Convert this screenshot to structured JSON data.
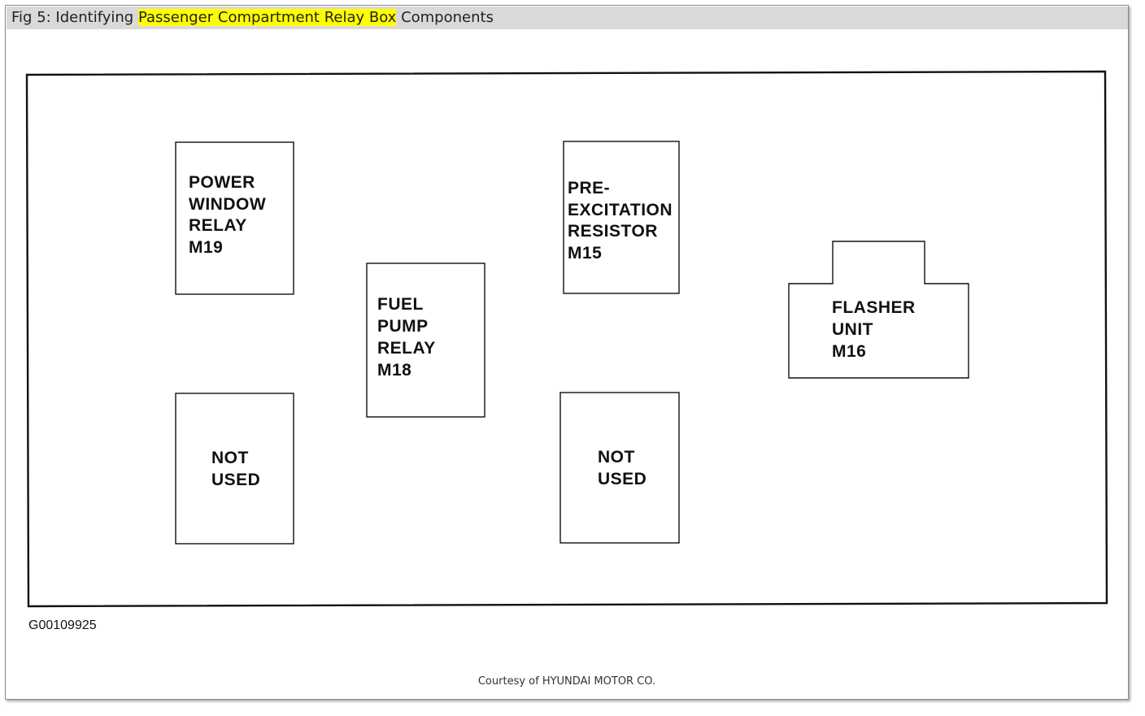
{
  "figure": {
    "title_prefix": "Fig 5: Identifying ",
    "title_highlight": "Passenger Compartment Relay Box",
    "title_suffix": " Components",
    "highlight_color": "#ffff00",
    "header_bg": "#d9d9d9"
  },
  "components": {
    "power_window_relay": [
      "POWER",
      "WINDOW",
      "RELAY",
      "M19"
    ],
    "not_used_left": [
      "NOT",
      "USED"
    ],
    "fuel_pump_relay": [
      "FUEL",
      "PUMP",
      "RELAY",
      "M18"
    ],
    "pre_excitation_resistor": [
      "PRE-",
      "EXCITATION",
      "RESISTOR",
      "M15"
    ],
    "not_used_right": [
      "NOT",
      "USED"
    ],
    "flasher_unit": [
      "FLASHER",
      "UNIT",
      "M16"
    ]
  },
  "graphic_code": "G00109925",
  "courtesy": "Courtesy of HYUNDAI MOTOR CO."
}
